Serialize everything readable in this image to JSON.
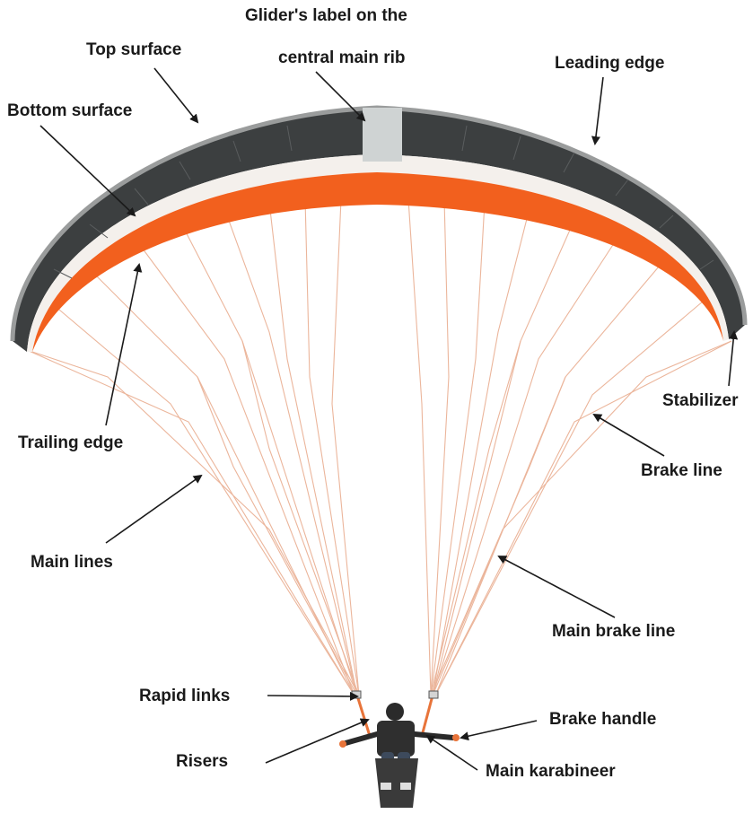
{
  "labels": {
    "glider_label_line1": "Glider's label on the",
    "glider_label_line2": "central main rib",
    "top_surface": "Top surface",
    "leading_edge": "Leading edge",
    "bottom_surface": "Bottom surface",
    "stabilizer": "Stabilizer",
    "trailing_edge": "Trailing edge",
    "brake_line": "Brake line",
    "main_lines": "Main lines",
    "main_brake_line": "Main brake line",
    "rapid_links": "Rapid links",
    "brake_handle": "Brake handle",
    "risers": "Risers",
    "main_karabineer": "Main karabineer"
  },
  "colors": {
    "canopy_orange": "#f2601e",
    "canopy_dark": "#3c3f40",
    "canopy_white": "#f4f0ec",
    "line_color": "#e8a98a",
    "arrow_color": "#1a1a1a"
  }
}
